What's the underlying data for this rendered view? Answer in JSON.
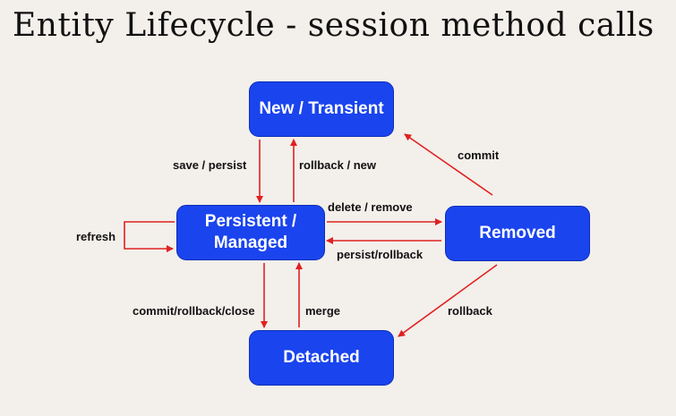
{
  "title": "Entity Lifecycle - session method calls",
  "states": {
    "new": "New / Transient",
    "persistent_line1": "Persistent /",
    "persistent_line2": "Managed",
    "removed": "Removed",
    "detached": "Detached"
  },
  "transitions": {
    "save_persist": "save / persist",
    "rollback_new": "rollback / new",
    "commit": "commit",
    "delete_remove": "delete / remove",
    "persist_rollback": "persist/rollback",
    "refresh": "refresh",
    "commit_rollback_close": "commit/rollback/close",
    "merge": "merge",
    "rollback": "rollback"
  },
  "colors": {
    "background": "#f3efeb",
    "state_fill": "#1a44ee",
    "arrow": "#e02020"
  }
}
